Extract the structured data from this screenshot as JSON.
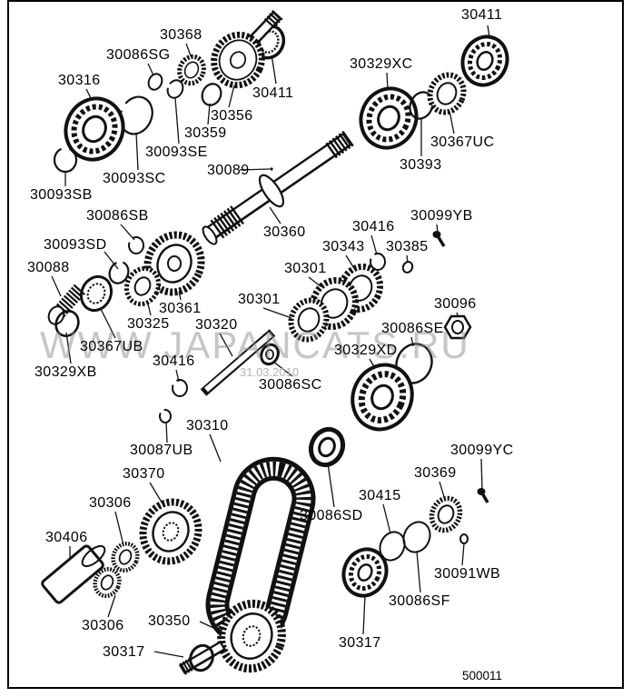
{
  "diagram": {
    "sheet_code": "500011",
    "watermark_text": "WWW.JAPANCATS.RU",
    "watermark_date": "31.03.2010"
  },
  "labels": [
    {
      "text": "30411"
    },
    {
      "text": "30368"
    },
    {
      "text": "30086SG"
    },
    {
      "text": "30329XC"
    },
    {
      "text": "30316"
    },
    {
      "text": "30411"
    },
    {
      "text": "30356"
    },
    {
      "text": "30359"
    },
    {
      "text": "30367UC"
    },
    {
      "text": "30093SE"
    },
    {
      "text": "30393"
    },
    {
      "text": "30089"
    },
    {
      "text": "30093SC"
    },
    {
      "text": "30093SB"
    },
    {
      "text": "30086SB"
    },
    {
      "text": "30099YB"
    },
    {
      "text": "30416"
    },
    {
      "text": "30360"
    },
    {
      "text": "30093SD"
    },
    {
      "text": "30343"
    },
    {
      "text": "30385"
    },
    {
      "text": "30088"
    },
    {
      "text": "30301"
    },
    {
      "text": "30301"
    },
    {
      "text": "30096"
    },
    {
      "text": "30361"
    },
    {
      "text": "30325"
    },
    {
      "text": "30320"
    },
    {
      "text": "30086SE"
    },
    {
      "text": "30367UB"
    },
    {
      "text": "30329XD"
    },
    {
      "text": "30416"
    },
    {
      "text": "30329XB"
    },
    {
      "text": "30086SC"
    },
    {
      "text": "30310"
    },
    {
      "text": "30087UB"
    },
    {
      "text": "30099YC"
    },
    {
      "text": "30370"
    },
    {
      "text": "30369"
    },
    {
      "text": "30415"
    },
    {
      "text": "30306"
    },
    {
      "text": "30086SD"
    },
    {
      "text": "30406"
    },
    {
      "text": "30091WB"
    },
    {
      "text": "30086SF"
    },
    {
      "text": "30350"
    },
    {
      "text": "30306"
    },
    {
      "text": "30317"
    },
    {
      "text": "30317"
    }
  ]
}
